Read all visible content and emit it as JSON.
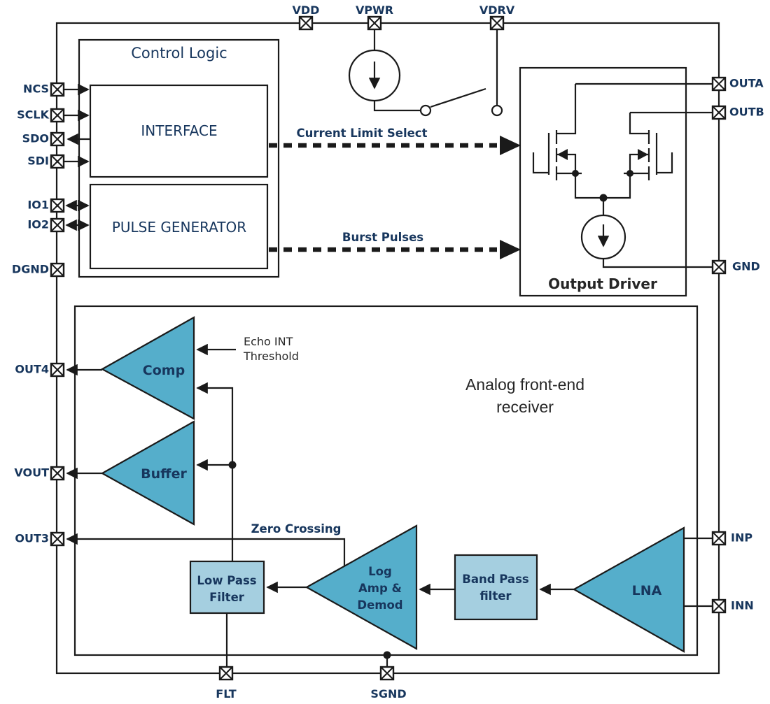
{
  "colors": {
    "amp_fill": "#55AECB",
    "filter_fill": "#A5CFE0",
    "line": "#1A1A1A",
    "label_navy": "#17365D",
    "label_dark": "#262626"
  },
  "pins": {
    "vdd": "VDD",
    "vpwr": "VPWR",
    "vdrv": "VDRV",
    "ncs": "NCS",
    "sclk": "SCLK",
    "sdo": "SDO",
    "sdi": "SDI",
    "io1": "IO1",
    "io2": "IO2",
    "dgnd": "DGND",
    "out4": "OUT4",
    "vout": "VOUT",
    "out3": "OUT3",
    "outa": "OUTA",
    "outb": "OUTB",
    "gnd": "GND",
    "inp": "INP",
    "inn": "INN",
    "flt": "FLT",
    "sgnd": "SGND"
  },
  "blocks": {
    "control_logic": "Control Logic",
    "interface": "INTERFACE",
    "pulse_generator": "PULSE GENERATOR",
    "output_driver": "Output Driver",
    "afe_line1": "Analog front-end",
    "afe_line2": "receiver",
    "comp": "Comp",
    "buffer": "Buffer",
    "lpf_line1": "Low Pass",
    "lpf_line2": "Filter",
    "logamp_line1": "Log",
    "logamp_line2": "Amp &",
    "logamp_line3": "Demod",
    "bpf_line1": "Band Pass",
    "bpf_line2": "filter",
    "lna": "LNA"
  },
  "signals": {
    "current_limit_select": "Current Limit Select",
    "burst_pulses": "Burst Pulses",
    "echo_line1": "Echo INT",
    "echo_line2": "Threshold",
    "zero_crossing": "Zero Crossing"
  }
}
